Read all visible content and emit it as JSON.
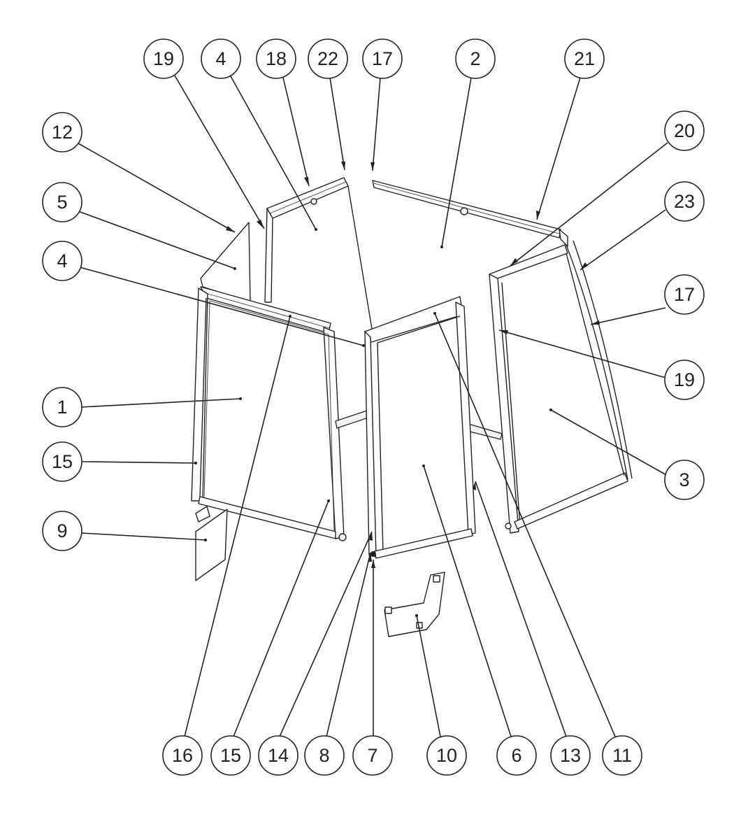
{
  "diagram": {
    "callouts": [
      {
        "id": "c19a",
        "label": "19"
      },
      {
        "id": "c4a",
        "label": "4"
      },
      {
        "id": "c18",
        "label": "18"
      },
      {
        "id": "c22",
        "label": "22"
      },
      {
        "id": "c17a",
        "label": "17"
      },
      {
        "id": "c2",
        "label": "2"
      },
      {
        "id": "c21",
        "label": "21"
      },
      {
        "id": "c12",
        "label": "12"
      },
      {
        "id": "c20",
        "label": "20"
      },
      {
        "id": "c5",
        "label": "5"
      },
      {
        "id": "c23",
        "label": "23"
      },
      {
        "id": "c4b",
        "label": "4"
      },
      {
        "id": "c17b",
        "label": "17"
      },
      {
        "id": "c19b",
        "label": "19"
      },
      {
        "id": "c1",
        "label": "1"
      },
      {
        "id": "c15a",
        "label": "15"
      },
      {
        "id": "c3",
        "label": "3"
      },
      {
        "id": "c9",
        "label": "9"
      },
      {
        "id": "c16",
        "label": "16"
      },
      {
        "id": "c15b",
        "label": "15"
      },
      {
        "id": "c14",
        "label": "14"
      },
      {
        "id": "c8",
        "label": "8"
      },
      {
        "id": "c7",
        "label": "7"
      },
      {
        "id": "c10",
        "label": "10"
      },
      {
        "id": "c6",
        "label": "6"
      },
      {
        "id": "c13",
        "label": "13"
      },
      {
        "id": "c11",
        "label": "11"
      }
    ]
  }
}
